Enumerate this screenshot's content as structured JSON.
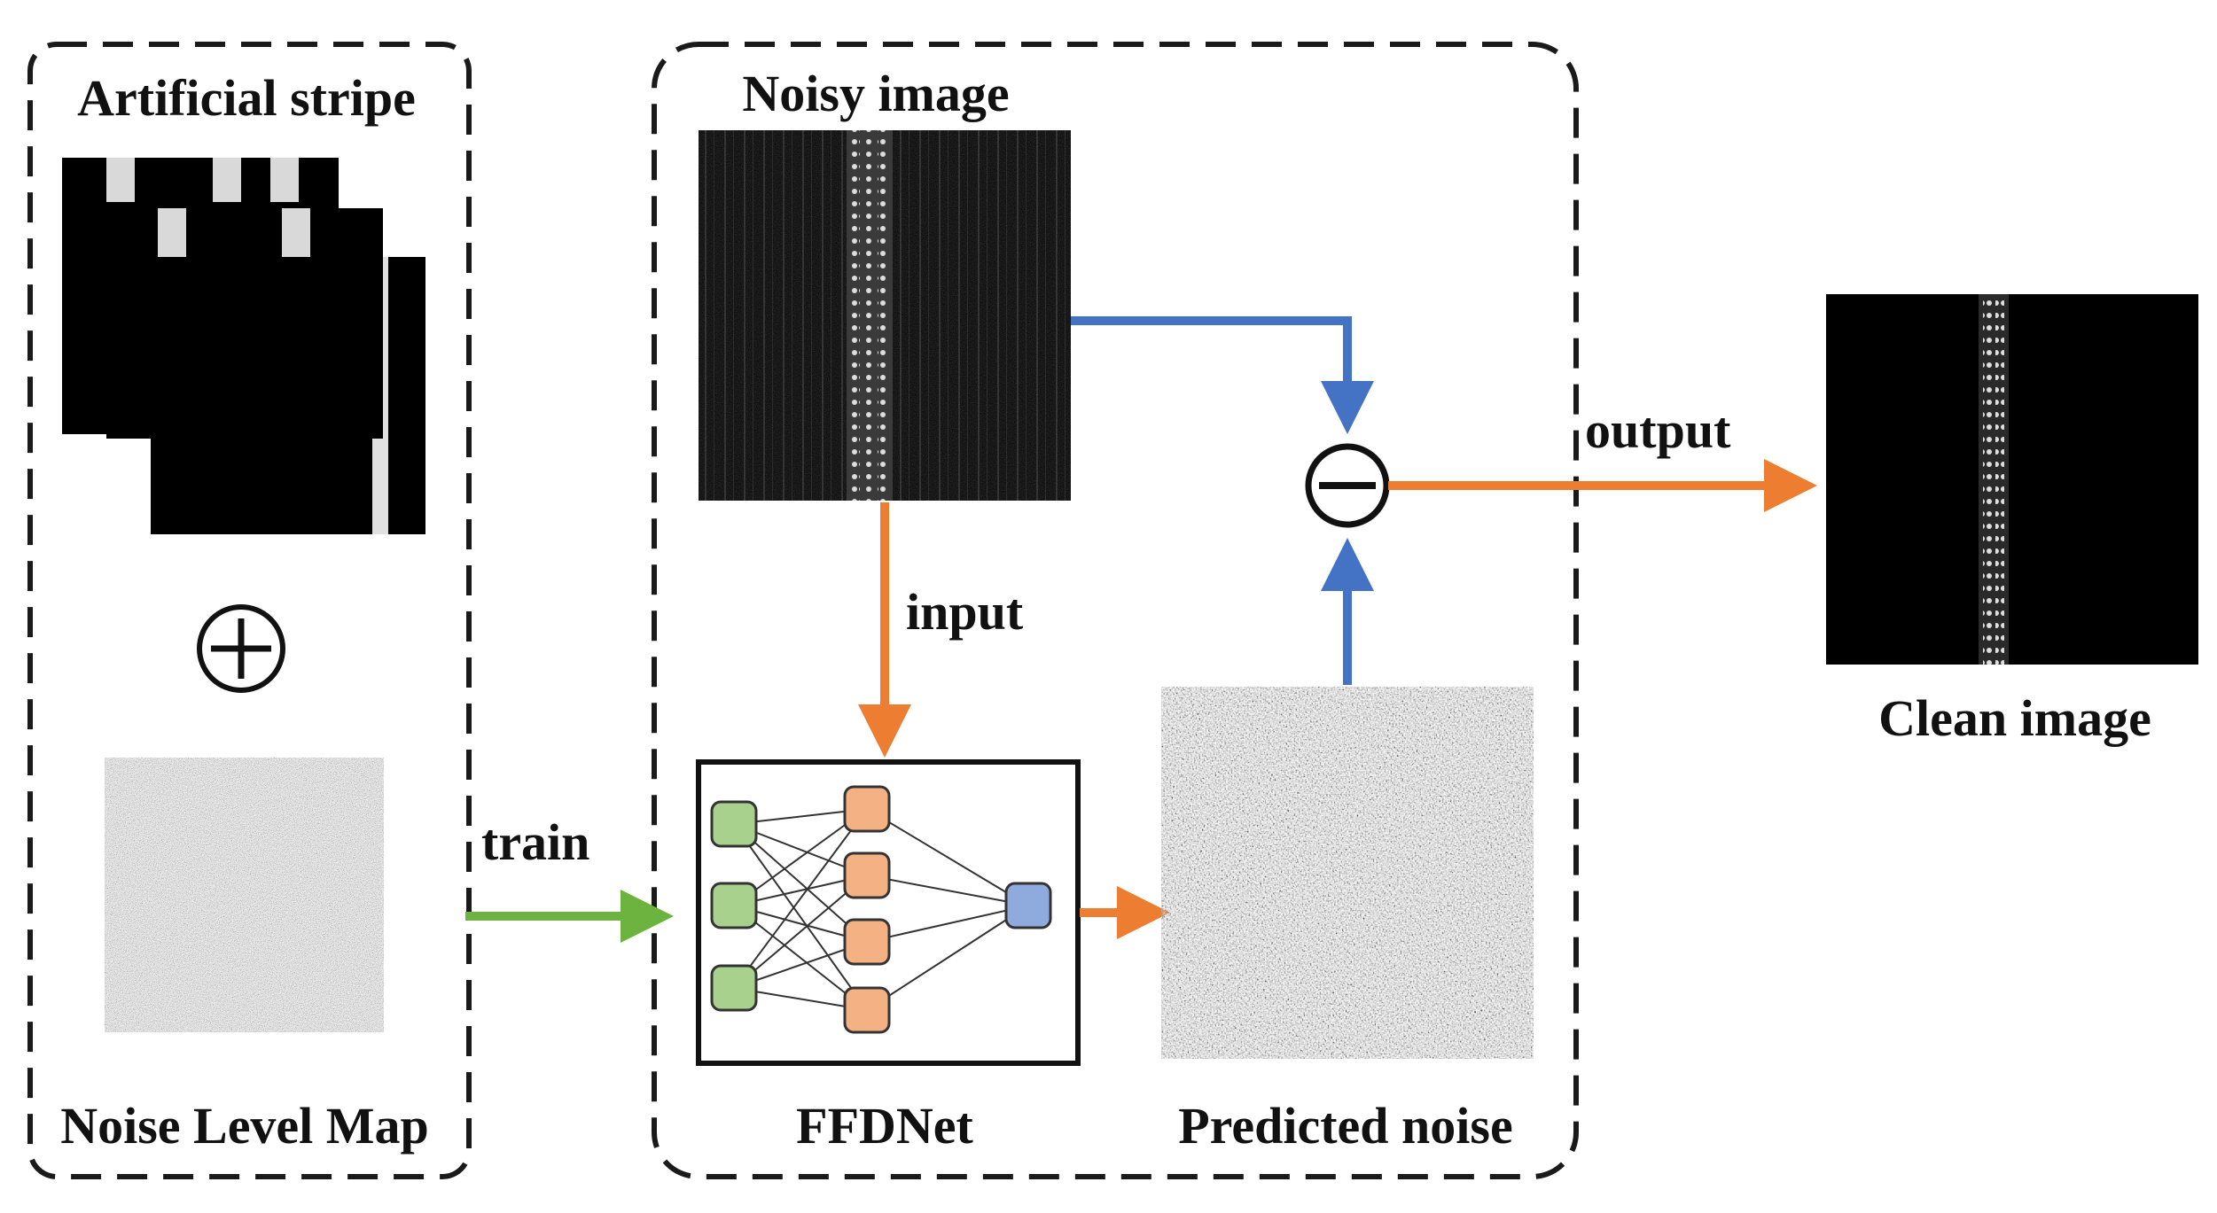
{
  "labels": {
    "artificial_stripe": "Artificial stripe",
    "noise_level_map": "Noise Level Map",
    "noisy_image": "Noisy image",
    "ffdnet": "FFDNet",
    "predicted_noise": "Predicted noise",
    "clean_image": "Clean image",
    "train": "train",
    "input": "input",
    "output": "output"
  },
  "colors": {
    "train_arrow": "#6db33f",
    "flow_arrow": "#ed7d31",
    "subtract_arrow": "#4472c4",
    "input_node": "#a9d18e",
    "hidden_node": "#f4b183",
    "output_node": "#8faadc"
  },
  "operators": {
    "add": "plus-circle",
    "subtract": "minus-circle"
  }
}
